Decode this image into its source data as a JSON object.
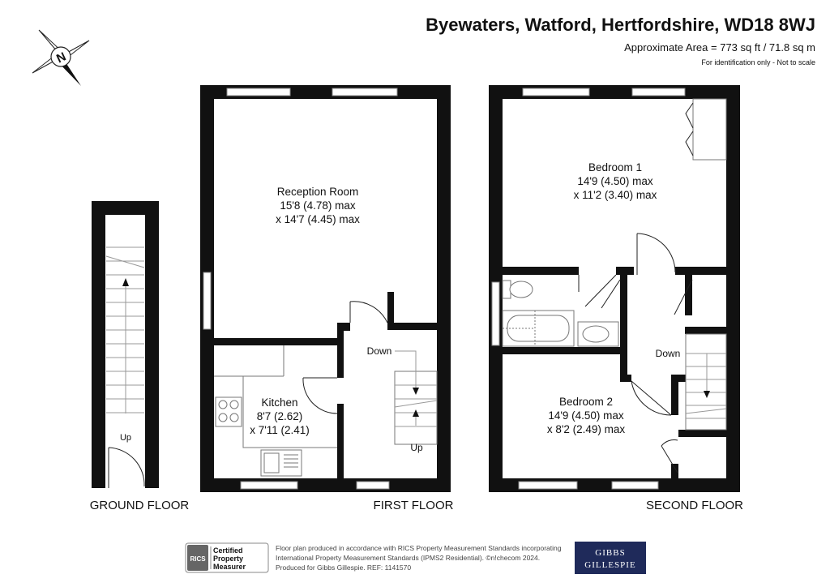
{
  "header": {
    "title": "Byewaters, Watford, Hertfordshire, WD18 8WJ",
    "area": "Approximate Area = 773 sq ft / 71.8 sq m",
    "note": "For identification only - Not to scale"
  },
  "compass": {
    "letter": "N",
    "icon": "compass-icon"
  },
  "floors": {
    "ground": {
      "label": "GROUND FLOOR",
      "up": "Up"
    },
    "first": {
      "label": "FIRST FLOOR",
      "reception": {
        "name": "Reception Room",
        "dim1": "15'8 (4.78) max",
        "dim2": "x 14'7 (4.45) max"
      },
      "kitchen": {
        "name": "Kitchen",
        "dim1": "8'7 (2.62)",
        "dim2": "x 7'11 (2.41)"
      },
      "down": "Down",
      "up": "Up"
    },
    "second": {
      "label": "SECOND FLOOR",
      "bedroom1": {
        "name": "Bedroom 1",
        "dim1": "14'9 (4.50) max",
        "dim2": "x 11'2 (3.40) max"
      },
      "bedroom2": {
        "name": "Bedroom 2",
        "dim1": "14'9 (4.50) max",
        "dim2": "x 8'2 (2.49) max"
      },
      "down": "Down"
    }
  },
  "footer": {
    "badge_brand": "RICS",
    "badge_lines": [
      "Certified",
      "Property",
      "Measurer"
    ],
    "text_lines": [
      "Floor plan produced in accordance with RICS Property Measurement Standards incorporating",
      "International Property Measurement Standards (IPMS2 Residential).  ©n!checom 2024.",
      "Produced for Gibbs Gillespie.   REF:  1141570"
    ],
    "logo_line1": "Gibbs",
    "logo_line2": "Gillespie",
    "logo_color": "#1f2a5a"
  }
}
